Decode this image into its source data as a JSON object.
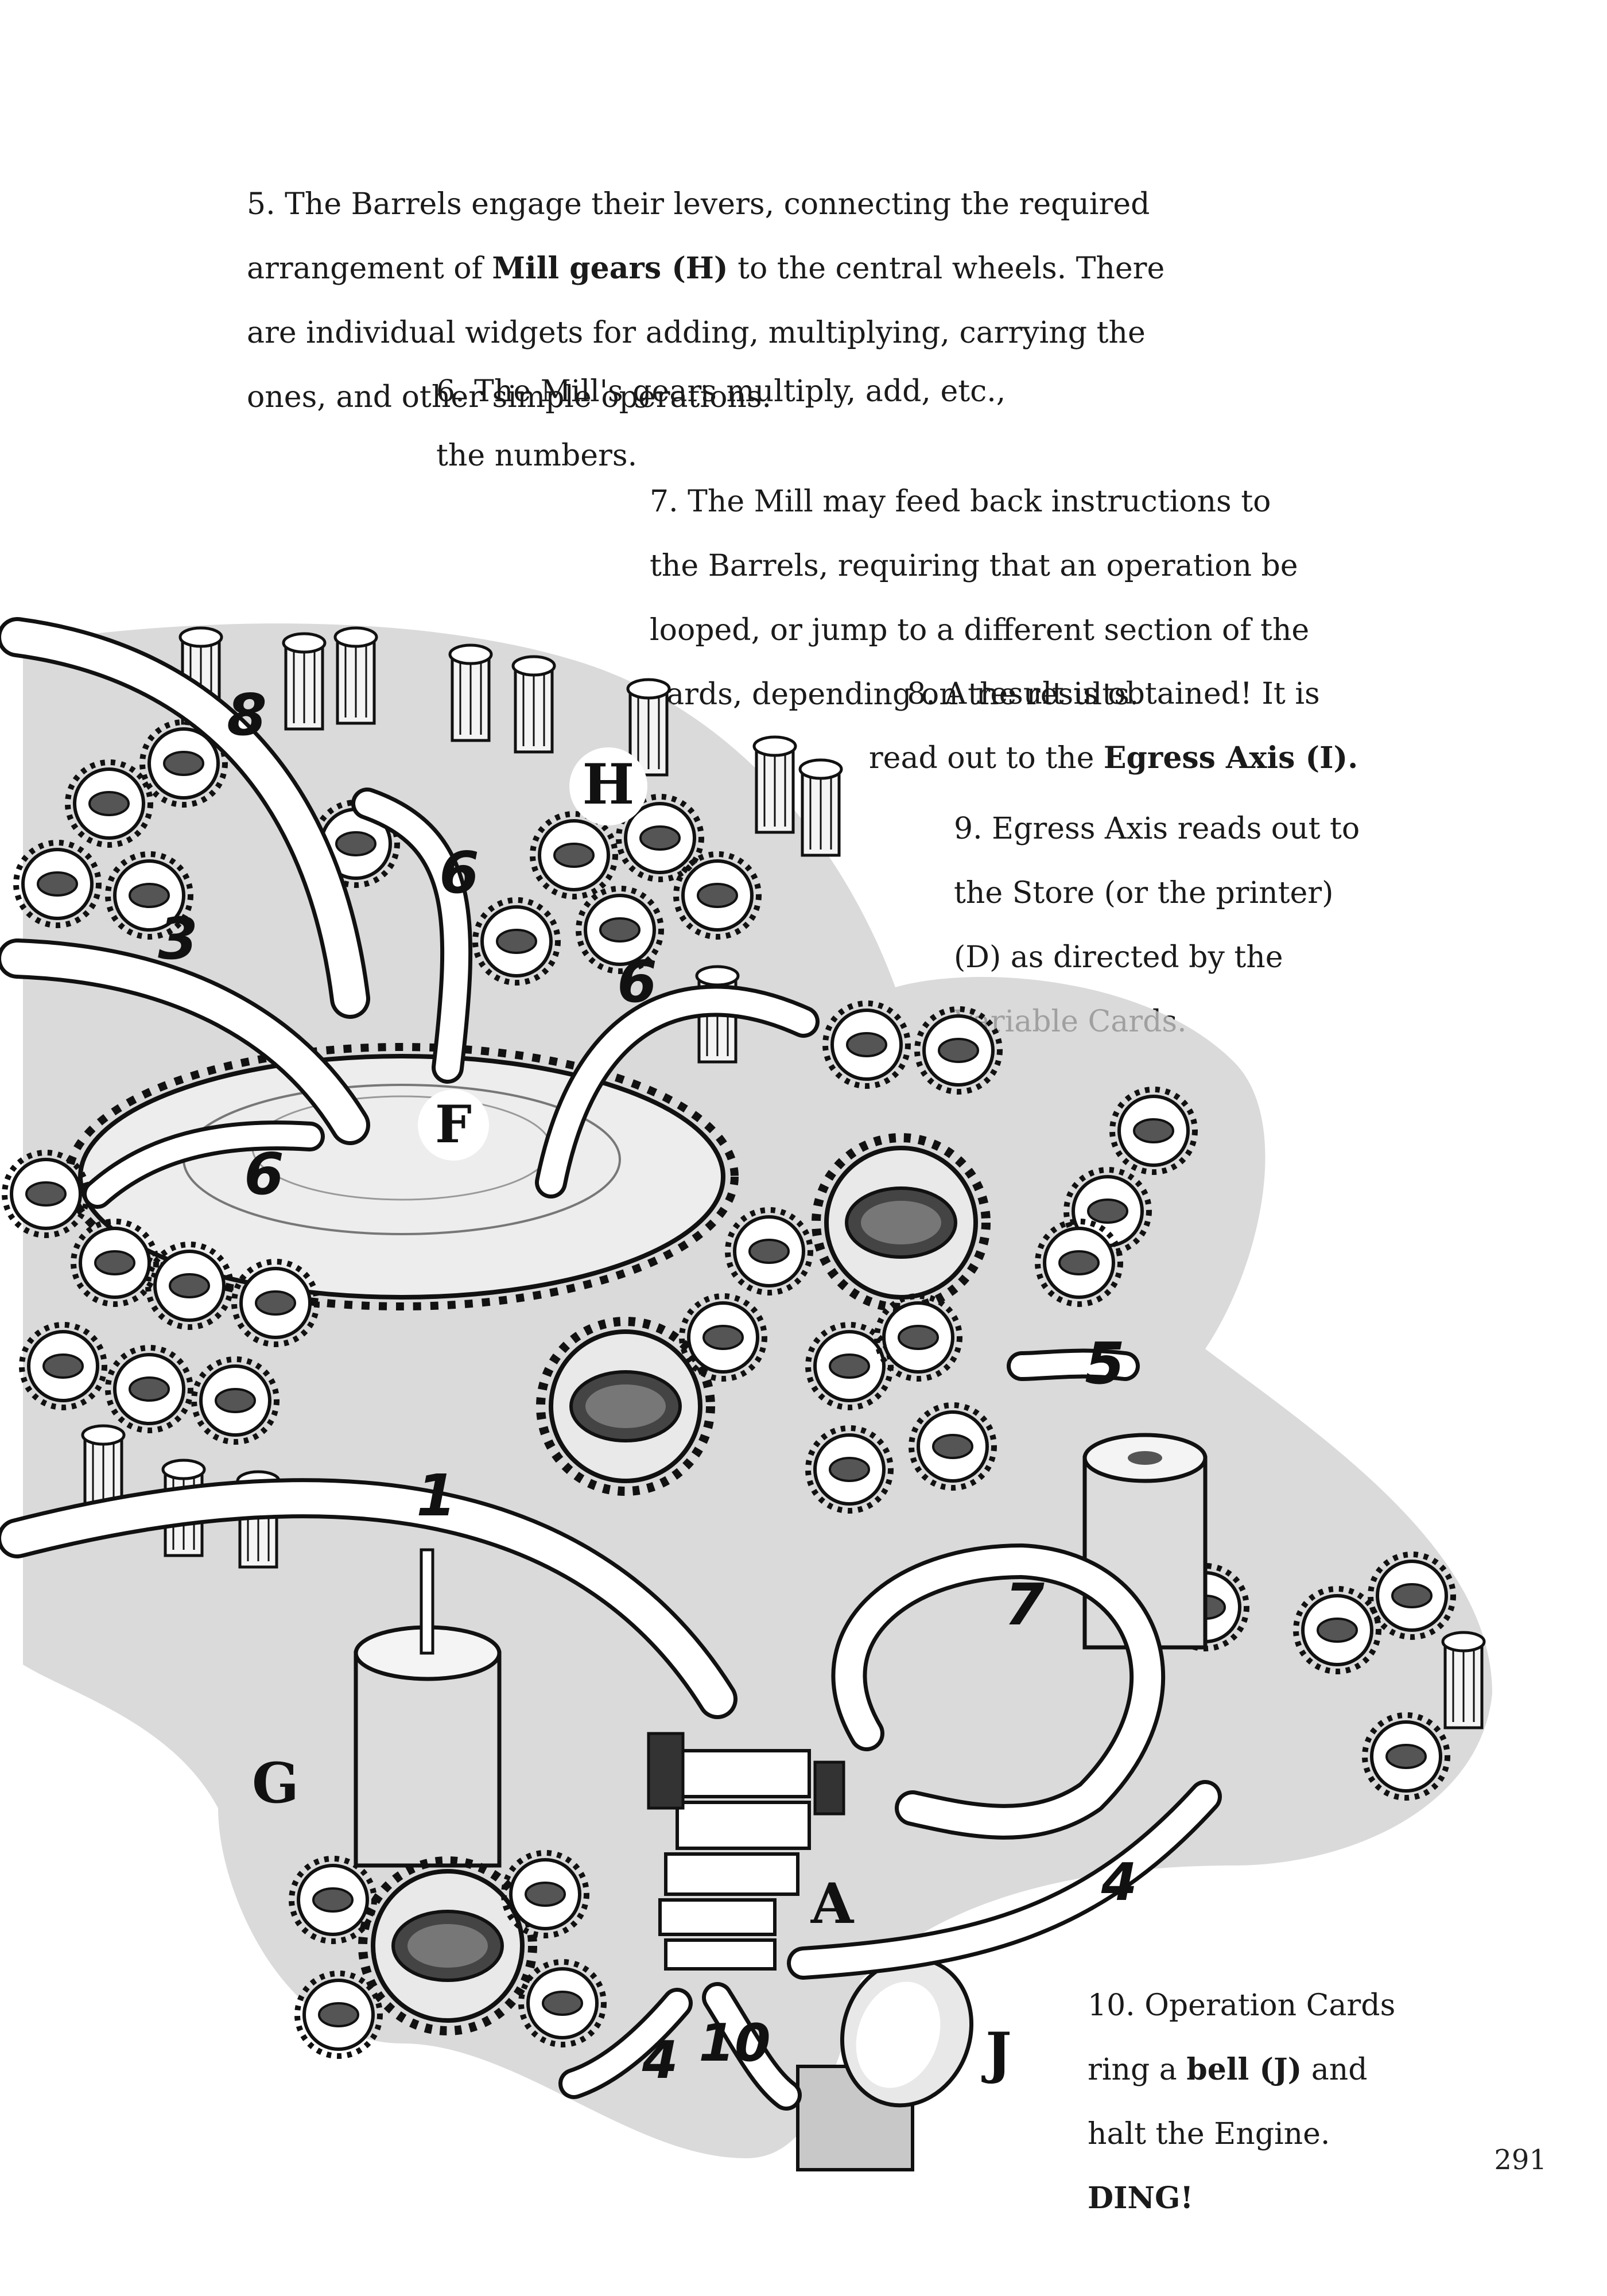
{
  "captions": {
    "step5": {
      "l1": "5. The Barrels engage their levers, connecting the required",
      "l2a": "arrangement of ",
      "l2b": "Mill gears (H)",
      "l2c": " to the central wheels. There",
      "l3": "are individual widgets for adding, multiplying, carrying the",
      "l4": "ones, and other simple operations."
    },
    "step6": {
      "l1": "6. The Mill's gears multiply, add, etc.,",
      "l2": "the numbers."
    },
    "step7": {
      "l1": "7. The Mill may feed back instructions to",
      "l2": "the Barrels, requiring that an operation be",
      "l3": "looped, or jump to a different section of the",
      "l4": "cards, depending on the results."
    },
    "step8": {
      "l1": "8. A result is obtained! It is",
      "l2a": "read out to the ",
      "l2b": "Egress Axis (I)."
    },
    "step9": {
      "l1": "9. Egress Axis reads out to",
      "l2": "the Store (or the printer)",
      "l3": "(D) as directed by the",
      "l4": "Variable Cards."
    },
    "step10": {
      "l1": "10. Operation Cards",
      "l2a": "ring a ",
      "l2b": "bell (J)",
      "l2c": " and",
      "l3": "halt the Engine.",
      "l4": "DING!"
    }
  },
  "labels": {
    "H": "H",
    "F": "F",
    "G": "G",
    "A": "A",
    "J": "J"
  },
  "arrow_numbers": {
    "a8": "8",
    "a3": "3",
    "a6_top": "6",
    "a6_mid": "6",
    "a6_left": "6",
    "a5": "5",
    "a1": "1",
    "a7": "7",
    "a4_right": "4",
    "a4_left": "4",
    "a10": "10"
  },
  "page_number": "291"
}
